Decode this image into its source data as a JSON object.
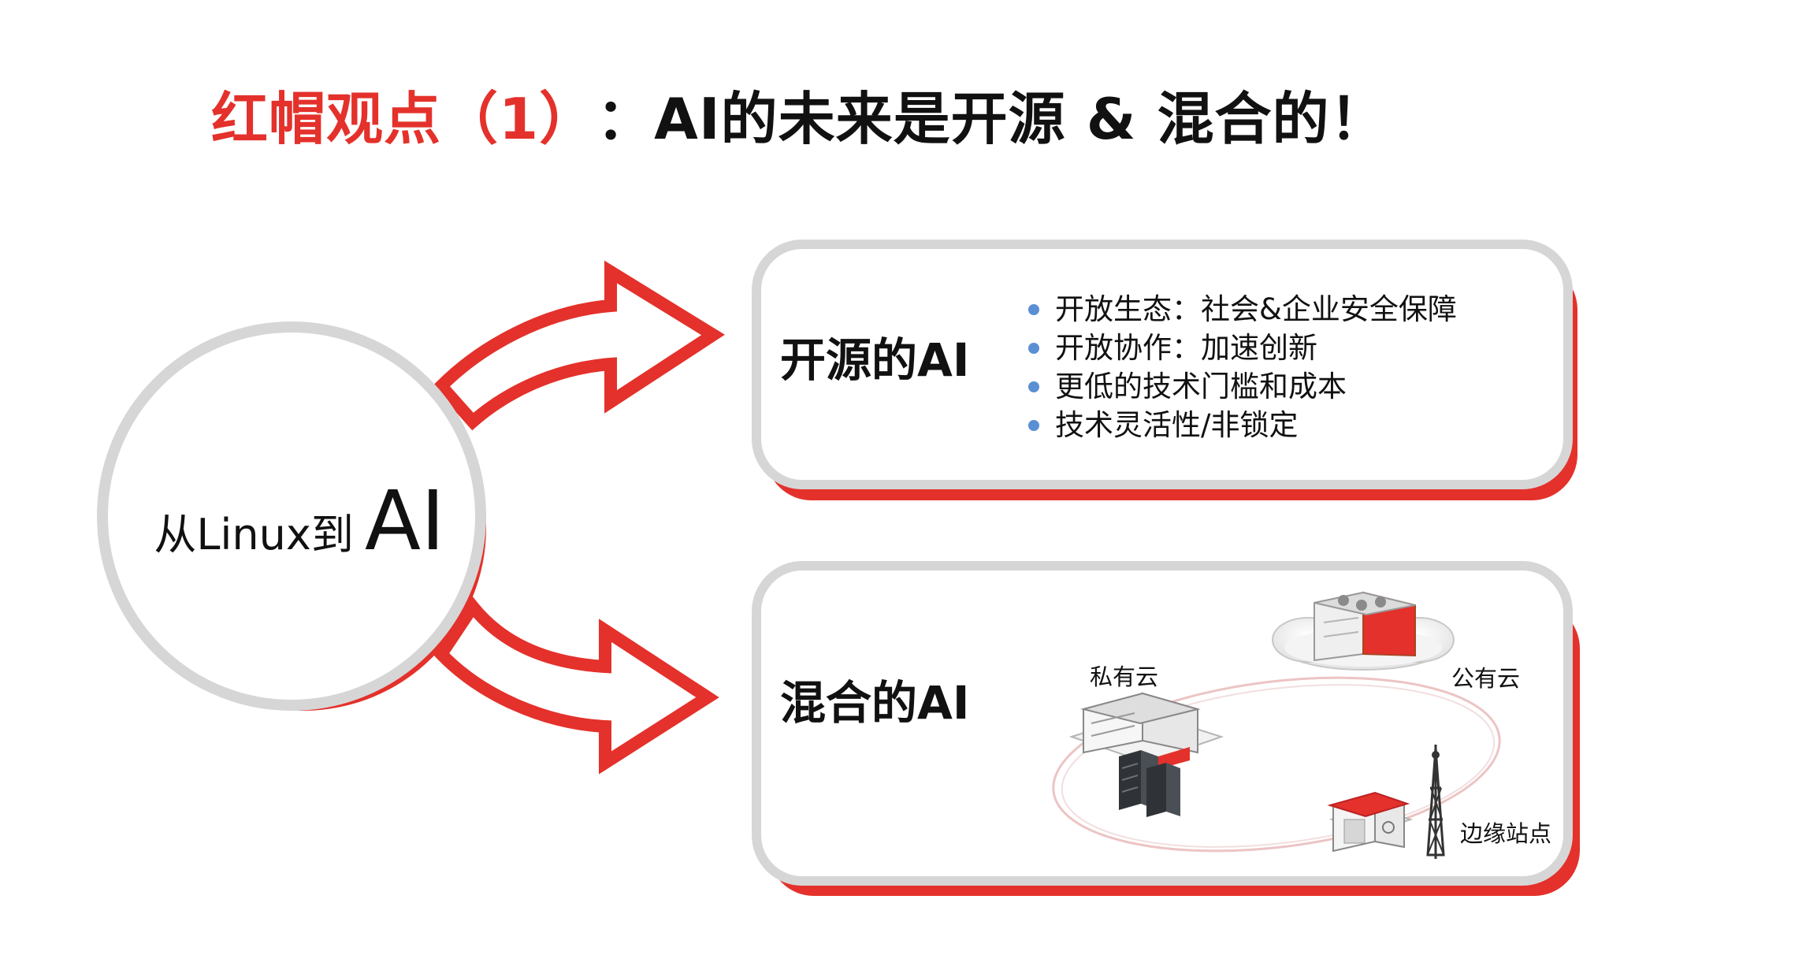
{
  "title": {
    "highlight": "红帽观点（1）",
    "main": "：AI的未来是开源 & 混合的！"
  },
  "hub": {
    "label_small": "从Linux到",
    "label_big": "AI"
  },
  "open_ai_card": {
    "title": "开源的AI",
    "bullets": [
      "开放生态：社会&企业安全保障",
      "开放协作：加速创新",
      "更低的技术门槛和成本",
      "技术灵活性/非锁定"
    ]
  },
  "hybrid_ai_card": {
    "title": "混合的AI",
    "labels": {
      "private_cloud": "私有云",
      "public_cloud": "公有云",
      "edge_site": "边缘站点"
    }
  },
  "colors": {
    "accent_red": "#e4312b",
    "border_gray": "#d6d6d6",
    "bullet_blue": "#5a8fd4"
  }
}
